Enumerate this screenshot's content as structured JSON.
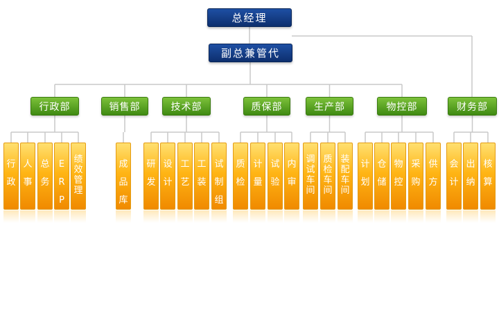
{
  "top": {
    "gm": "总经理",
    "deputy": "副总兼管代"
  },
  "departments": [
    {
      "name": "行政部",
      "units": [
        "行政",
        "人事",
        "总务",
        "ERP",
        "绩效管理"
      ]
    },
    {
      "name": "销售部",
      "units": [
        "成品库"
      ]
    },
    {
      "name": "技术部",
      "units": [
        "研发",
        "设计",
        "工艺",
        "工装",
        "试制组"
      ]
    },
    {
      "name": "质保部",
      "units": [
        "质检",
        "计量",
        "试验",
        "内审"
      ]
    },
    {
      "name": "生产部",
      "units": [
        "调试车间",
        "质检车间",
        "装配车间"
      ]
    },
    {
      "name": "物控部",
      "units": [
        "计划",
        "仓储",
        "物控",
        "采购",
        "供方"
      ]
    },
    {
      "name": "财务部",
      "units": [
        "会计",
        "出纳",
        "核算"
      ]
    }
  ],
  "colors": {
    "top": "#1a4a9c",
    "department": "#5aa520",
    "unit": "#ffb515",
    "line": "#c8c8c8"
  }
}
